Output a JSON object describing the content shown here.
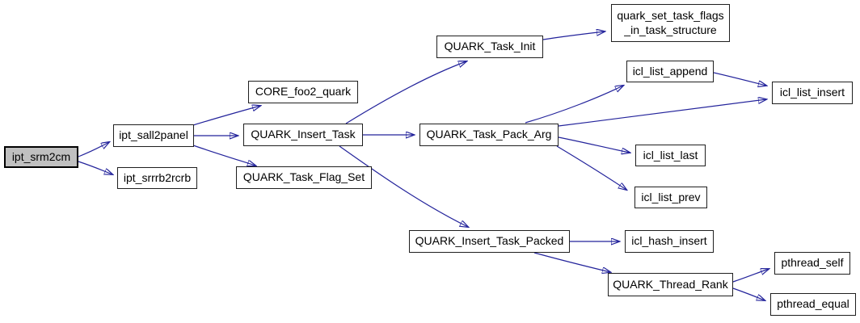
{
  "diagram": {
    "type": "call-graph",
    "root": "ipt_srm2cm",
    "colors": {
      "edge": "#23239b",
      "node_fill": "#ffffff",
      "node_border": "#1f1f1f",
      "root_fill": "#c0c0c0",
      "root_border": "#000000",
      "text": "#000000",
      "background": "#ffffff"
    },
    "nodes": [
      {
        "id": "ipt_srm2cm",
        "label": "ipt_srm2cm"
      },
      {
        "id": "ipt_sall2panel",
        "label": "ipt_sall2panel"
      },
      {
        "id": "ipt_srrrb2rcrb",
        "label": "ipt_srrrb2rcrb"
      },
      {
        "id": "CORE_foo2_quark",
        "label": "CORE_foo2_quark"
      },
      {
        "id": "QUARK_Insert_Task",
        "label": "QUARK_Insert_Task"
      },
      {
        "id": "QUARK_Task_Flag_Set",
        "label": "QUARK_Task_Flag_Set"
      },
      {
        "id": "QUARK_Task_Init",
        "label": "QUARK_Task_Init"
      },
      {
        "id": "quark_set_task_flags_in_task_structure",
        "label": "quark_set_task_flags\n_in_task_structure"
      },
      {
        "id": "icl_list_append",
        "label": "icl_list_append"
      },
      {
        "id": "QUARK_Task_Pack_Arg",
        "label": "QUARK_Task_Pack_Arg"
      },
      {
        "id": "icl_list_insert",
        "label": "icl_list_insert"
      },
      {
        "id": "icl_list_last",
        "label": "icl_list_last"
      },
      {
        "id": "icl_list_prev",
        "label": "icl_list_prev"
      },
      {
        "id": "QUARK_Insert_Task_Packed",
        "label": "QUARK_Insert_Task_Packed"
      },
      {
        "id": "icl_hash_insert",
        "label": "icl_hash_insert"
      },
      {
        "id": "QUARK_Thread_Rank",
        "label": "QUARK_Thread_Rank"
      },
      {
        "id": "pthread_self",
        "label": "pthread_self"
      },
      {
        "id": "pthread_equal",
        "label": "pthread_equal"
      }
    ],
    "edges": [
      {
        "from": "ipt_srm2cm",
        "to": "ipt_sall2panel"
      },
      {
        "from": "ipt_srm2cm",
        "to": "ipt_srrrb2rcrb"
      },
      {
        "from": "ipt_sall2panel",
        "to": "CORE_foo2_quark"
      },
      {
        "from": "ipt_sall2panel",
        "to": "QUARK_Insert_Task"
      },
      {
        "from": "ipt_sall2panel",
        "to": "QUARK_Task_Flag_Set"
      },
      {
        "from": "QUARK_Insert_Task",
        "to": "QUARK_Task_Init"
      },
      {
        "from": "QUARK_Insert_Task",
        "to": "QUARK_Task_Pack_Arg"
      },
      {
        "from": "QUARK_Insert_Task",
        "to": "QUARK_Insert_Task_Packed"
      },
      {
        "from": "QUARK_Task_Init",
        "to": "quark_set_task_flags_in_task_structure"
      },
      {
        "from": "QUARK_Task_Pack_Arg",
        "to": "icl_list_append"
      },
      {
        "from": "QUARK_Task_Pack_Arg",
        "to": "icl_list_insert"
      },
      {
        "from": "QUARK_Task_Pack_Arg",
        "to": "icl_list_last"
      },
      {
        "from": "QUARK_Task_Pack_Arg",
        "to": "icl_list_prev"
      },
      {
        "from": "icl_list_append",
        "to": "icl_list_insert"
      },
      {
        "from": "QUARK_Insert_Task_Packed",
        "to": "icl_hash_insert"
      },
      {
        "from": "QUARK_Insert_Task_Packed",
        "to": "QUARK_Thread_Rank"
      },
      {
        "from": "QUARK_Thread_Rank",
        "to": "pthread_self"
      },
      {
        "from": "QUARK_Thread_Rank",
        "to": "pthread_equal"
      }
    ]
  }
}
